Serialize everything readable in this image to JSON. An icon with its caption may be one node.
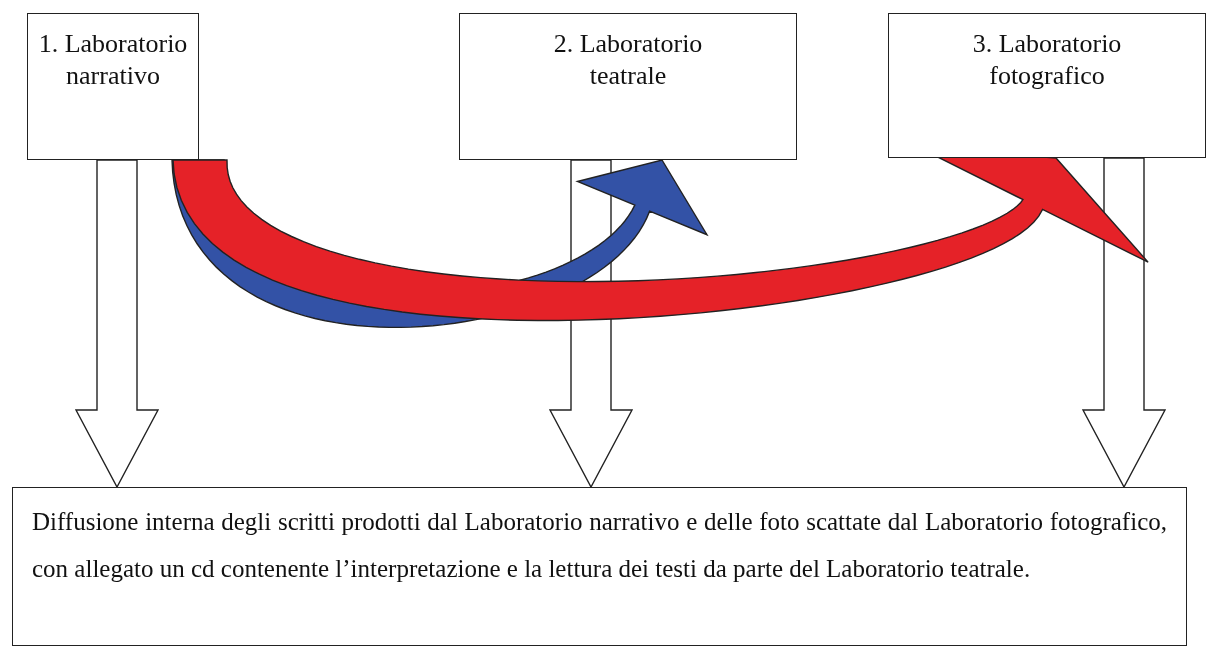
{
  "diagram": {
    "nodes": [
      {
        "text": [
          "1. Laboratorio narrativo"
        ]
      },
      {
        "text": [
          "2. Laboratorio teatrale"
        ]
      },
      {
        "text": [
          "3. Laboratorio fotografico"
        ]
      },
      {
        "text": [
          "Diffusione interna degli scritti prodotti dal Laboratorio narrativo e delle foto scattate dal Laboratorio fotografico, con allegato un cd contenente l’interpretazione e la lettura dei testi da parte del Laboratorio teatrale."
        ]
      }
    ],
    "edges": [
      {
        "from": 0,
        "to": 3,
        "arrow": "to"
      },
      {
        "from": 1,
        "to": 3,
        "arrow": "to"
      },
      {
        "from": 2,
        "to": 3,
        "arrow": "to"
      },
      {
        "from": 0,
        "to": 1,
        "arrow": "to",
        "color": "#3352a6"
      },
      {
        "from": 0,
        "to": 2,
        "arrow": "to",
        "color": "#e52228"
      }
    ]
  }
}
